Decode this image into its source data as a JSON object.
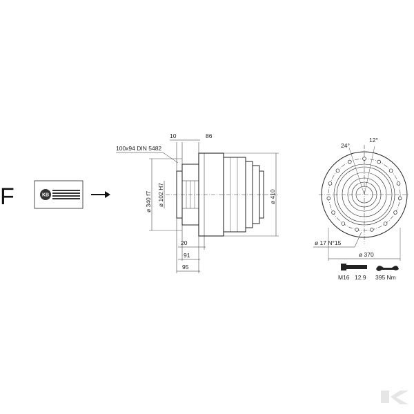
{
  "series_letter": "F",
  "coupling_badge": "KB",
  "spline_spec": "100x94 DIN 5482",
  "dims": {
    "top_left": "10",
    "top_right": "86",
    "dia_340": "ø 340 f7",
    "dia_102": "ø 102 H7",
    "dia_410": "ø 410",
    "d20": "20",
    "d91": "91",
    "d95": "95",
    "holes": "ø 17 N°15",
    "pcd": "ø 370",
    "angle_24": "24°",
    "angle_12": "12°"
  },
  "bolt": {
    "size": "M16",
    "grade": "12.9",
    "torque": "395 Nm"
  },
  "colors": {
    "ink": "#222222",
    "badge": "#333333",
    "logo": "#e6e6e6"
  },
  "icons": [
    "arrow-right-icon",
    "wrench-icon",
    "bolt-icon",
    "brand-logo"
  ]
}
